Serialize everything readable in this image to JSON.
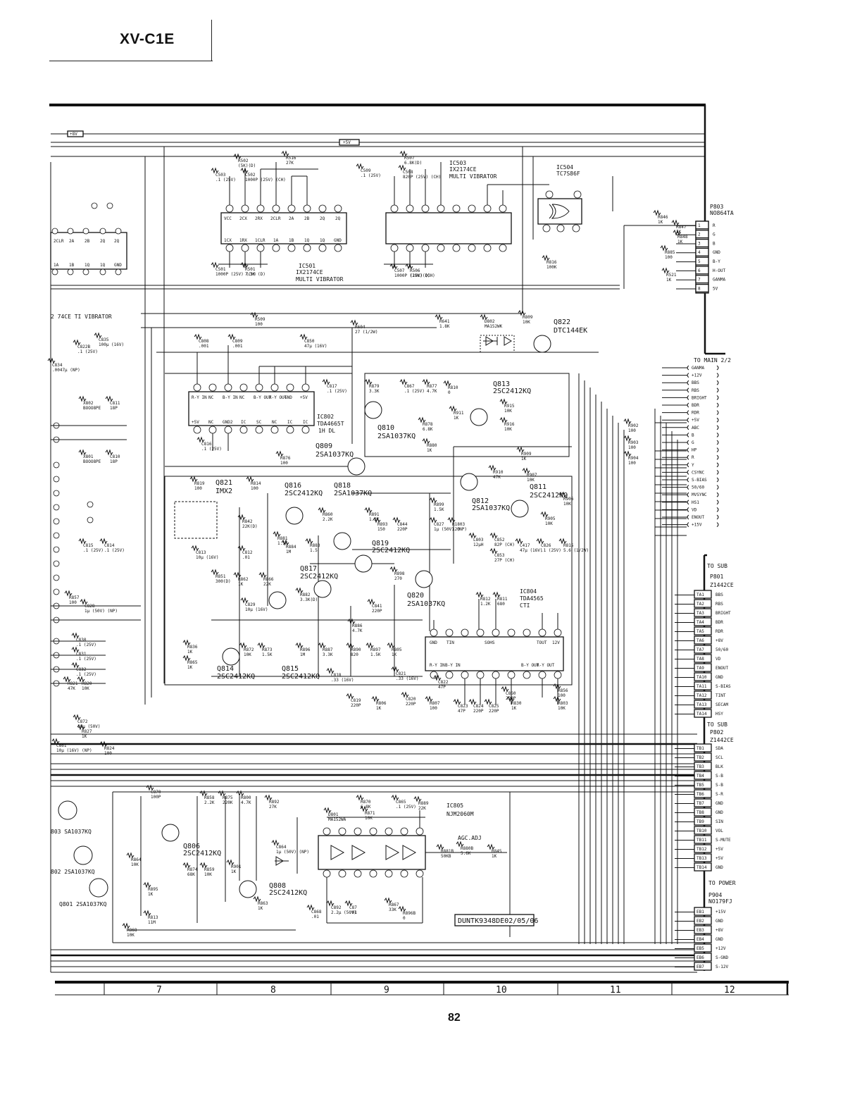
{
  "header": {
    "model": "XV-C1E"
  },
  "page_number": "82",
  "doc_code": "DUNTK9348DE02/05/06",
  "grid_columns": [
    "7",
    "8",
    "9",
    "10",
    "11",
    "12"
  ],
  "rails": {
    "v8": "+8V",
    "v5": "+5V"
  },
  "ics": [
    {
      "ref": "IC501",
      "part": "IX2174CE",
      "desc": "MULTI VIBRATOR"
    },
    {
      "ref": "IC503",
      "part": "IX2174CE",
      "desc": "MULTI VIBRATOR"
    },
    {
      "ref": "IC504",
      "part": "TC7S86F",
      "desc": ""
    },
    {
      "ref": "IC802",
      "part": "TDA4665T",
      "desc": "1H DL"
    },
    {
      "ref": "IC804",
      "part": "TDA4565",
      "desc": "CTI"
    },
    {
      "ref": "IC805",
      "part": "NJM2060M",
      "desc": ""
    }
  ],
  "ic_pins": {
    "ic501_top": [
      "VCC",
      "2CX",
      "2RX",
      "2CLR",
      "2A",
      "2B",
      "2Q",
      "2Q"
    ],
    "ic501_bottom": [
      "1CX",
      "1RX",
      "1CLR",
      "1A",
      "1B",
      "1Q",
      "1Q",
      "GND"
    ],
    "ic802_top": [
      "R-Y IN",
      "NC",
      "B-Y IN",
      "NC",
      "B-Y OUT",
      "R-Y OUT",
      "GND",
      "+5V"
    ],
    "ic802_bottom": [
      "+5V",
      "NC",
      "GND2",
      "IC",
      "SC",
      "NC",
      "IC",
      "IC"
    ],
    "ic804_top": [
      "GND",
      "TIN",
      "SOHS",
      "TOUT",
      "12V"
    ],
    "ic804_bottom": [
      "R-Y IN",
      "B-Y IN",
      "B-Y OUT",
      "R-Y OUT"
    ]
  },
  "transistors": [
    {
      "ref": "Q822",
      "part": "DTC144EK"
    },
    {
      "ref": "Q813",
      "part": "2SC2412KQ"
    },
    {
      "ref": "Q810",
      "part": "2SA1037KQ"
    },
    {
      "ref": "Q809",
      "part": "2SA1037KQ"
    },
    {
      "ref": "Q821",
      "part": "IMX2"
    },
    {
      "ref": "Q816",
      "part": "2SC2412KQ"
    },
    {
      "ref": "Q818",
      "part": "2SA1037KQ"
    },
    {
      "ref": "Q819",
      "part": "2SC2412KQ"
    },
    {
      "ref": "Q817",
      "part": "2SC2412KQ"
    },
    {
      "ref": "Q820",
      "part": "2SA1037KQ"
    },
    {
      "ref": "Q812",
      "part": "2SA1037KQ"
    },
    {
      "ref": "Q811",
      "part": "2SC2412KQ"
    },
    {
      "ref": "Q814",
      "part": "2SC2412KQ"
    },
    {
      "ref": "Q815",
      "part": "2SC2412KQ"
    },
    {
      "ref": "Q806",
      "part": "2SC2412KQ"
    },
    {
      "ref": "Q808",
      "part": "2SC2412KQ"
    },
    {
      "ref": "Q803",
      "part": "2SA1037KQ"
    },
    {
      "ref": "Q802",
      "part": "2SA1037KQ"
    },
    {
      "ref": "Q801",
      "part": "2SA1037KQ"
    }
  ],
  "connectors": {
    "p803": {
      "title": "P803",
      "part": "NO864TA",
      "pins": [
        {
          "n": "1",
          "sig": "R"
        },
        {
          "n": "2",
          "sig": "G"
        },
        {
          "n": "3",
          "sig": "B"
        },
        {
          "n": "4",
          "sig": "GND"
        },
        {
          "n": "5",
          "sig": "B-Y"
        },
        {
          "n": "6",
          "sig": "H-OUT"
        },
        {
          "n": "7",
          "sig": "GANMA"
        },
        {
          "n": "8",
          "sig": "5V"
        }
      ]
    },
    "main": {
      "title": "TO MAIN 2/2",
      "signals": [
        "GANMA",
        "+12V",
        "BBS",
        "RBS",
        "BRIGHT",
        "BDR",
        "RDR",
        "+5V",
        "ABC",
        "B",
        "G",
        "HP",
        "R",
        "Y",
        "CSYNC",
        "S-BIAS",
        "50/60",
        "MVSYNC",
        "HS1",
        "VD",
        "ENOUT",
        "+15V"
      ]
    },
    "p801": {
      "title": "TO SUB",
      "ref": "P801",
      "part": "Z1442CE",
      "pins": [
        {
          "n": "TA1",
          "sig": "BBS"
        },
        {
          "n": "TA2",
          "sig": "RBS"
        },
        {
          "n": "TA3",
          "sig": "BRIGHT"
        },
        {
          "n": "TA4",
          "sig": "BDR"
        },
        {
          "n": "TA5",
          "sig": "RDR"
        },
        {
          "n": "TA6",
          "sig": "+8V"
        },
        {
          "n": "TA7",
          "sig": "50/60"
        },
        {
          "n": "TA8",
          "sig": "VD"
        },
        {
          "n": "TA9",
          "sig": "ENOUT"
        },
        {
          "n": "TA10",
          "sig": "GND"
        },
        {
          "n": "TA11",
          "sig": "S-BIAS"
        },
        {
          "n": "TA12",
          "sig": "TINT"
        },
        {
          "n": "TA13",
          "sig": "SECAM"
        },
        {
          "n": "TA14",
          "sig": "HSY"
        }
      ]
    },
    "p802": {
      "title": "TO SUB",
      "ref": "P802",
      "part": "Z1442CE",
      "pins": [
        {
          "n": "TB1",
          "sig": "SDA"
        },
        {
          "n": "TB2",
          "sig": "SCL"
        },
        {
          "n": "TB3",
          "sig": "BLK"
        },
        {
          "n": "TB4",
          "sig": "S-B"
        },
        {
          "n": "TB5",
          "sig": "S-B"
        },
        {
          "n": "TB6",
          "sig": "S-R"
        },
        {
          "n": "TB7",
          "sig": "GND"
        },
        {
          "n": "TB8",
          "sig": "GND"
        },
        {
          "n": "TB9",
          "sig": "SIN"
        },
        {
          "n": "TB10",
          "sig": "VOL"
        },
        {
          "n": "TB11",
          "sig": "S-MUTE"
        },
        {
          "n": "TB12",
          "sig": "+5V"
        },
        {
          "n": "TB13",
          "sig": "+5V"
        },
        {
          "n": "TB14",
          "sig": "GND"
        }
      ]
    },
    "p904": {
      "title": "TO POWER",
      "ref": "P904",
      "part": "NO179FJ",
      "pins": [
        {
          "n": "EB1",
          "sig": "+15V"
        },
        {
          "n": "EB2",
          "sig": "GND"
        },
        {
          "n": "EB3",
          "sig": "+8V"
        },
        {
          "n": "EB4",
          "sig": "GND"
        },
        {
          "n": "EB5",
          "sig": "+12V"
        },
        {
          "n": "EB6",
          "sig": "S-GND"
        },
        {
          "n": "EB7",
          "sig": "S-12V"
        }
      ]
    }
  },
  "components": [
    {
      "ref": "R502",
      "val": "(5K)(D)"
    },
    {
      "ref": "R516",
      "val": "27K"
    },
    {
      "ref": "R507",
      "val": "6.8K(D)"
    },
    {
      "ref": "C503",
      "val": ".1 (25V)"
    },
    {
      "ref": "C502",
      "val": "1000P (25V) (CH)"
    },
    {
      "ref": "C509",
      "val": ".1 (25V)"
    },
    {
      "ref": "C508",
      "val": "820P (25V) (CH)"
    },
    {
      "ref": "C501",
      "val": "1000P (25V) (CH)"
    },
    {
      "ref": "R501",
      "val": "7.5K (D)"
    },
    {
      "ref": "C507",
      "val": "1000P (25V) (CH)"
    },
    {
      "ref": "R506",
      "val": "(10K)(D)"
    },
    {
      "ref": "R509",
      "val": "100"
    },
    {
      "ref": "R604",
      "val": "27 (1/2W)"
    },
    {
      "ref": "R641",
      "val": "1.8K"
    },
    {
      "ref": "D802",
      "val": "MA152WK"
    },
    {
      "ref": "R809",
      "val": "10K"
    },
    {
      "ref": "C808",
      "val": ".001"
    },
    {
      "ref": "C809",
      "val": ".001"
    },
    {
      "ref": "C850",
      "val": "47μ (16V)"
    },
    {
      "ref": "C817",
      "val": ".1 (25V)"
    },
    {
      "ref": "R879",
      "val": "3.3K"
    },
    {
      "ref": "C867",
      "val": ".1 (25V)"
    },
    {
      "ref": "R877",
      "val": "4.7K"
    },
    {
      "ref": "R810",
      "val": "0"
    },
    {
      "ref": "R911",
      "val": "1K"
    },
    {
      "ref": "R915",
      "val": "10K"
    },
    {
      "ref": "R916",
      "val": "10K"
    },
    {
      "ref": "R878",
      "val": "6.8K"
    },
    {
      "ref": "R880",
      "val": "1K"
    },
    {
      "ref": "R902",
      "val": "100"
    },
    {
      "ref": "R903",
      "val": "100"
    },
    {
      "ref": "R904",
      "val": "100"
    },
    {
      "ref": "X802",
      "val": "BOOO8PE"
    },
    {
      "ref": "C811",
      "val": "18P"
    },
    {
      "ref": "X801",
      "val": "BOOO8PE"
    },
    {
      "ref": "C810",
      "val": "18P"
    },
    {
      "ref": "C816",
      "val": ".1 (25V)"
    },
    {
      "ref": "R876",
      "val": "100"
    },
    {
      "ref": "R909",
      "val": "1K"
    },
    {
      "ref": "R910",
      "val": "47K"
    },
    {
      "ref": "R907",
      "val": "10K"
    },
    {
      "ref": "R906",
      "val": "10K"
    },
    {
      "ref": "R905",
      "val": "10K"
    },
    {
      "ref": "R819",
      "val": "100"
    },
    {
      "ref": "R814",
      "val": "100"
    },
    {
      "ref": "R842",
      "val": "22K(D)"
    },
    {
      "ref": "R860",
      "val": "2.2K"
    },
    {
      "ref": "R891",
      "val": "1.2K"
    },
    {
      "ref": "R893",
      "val": "150"
    },
    {
      "ref": "C844",
      "val": "220P"
    },
    {
      "ref": "R899",
      "val": "1.5K"
    },
    {
      "ref": "C827",
      "val": "1μ (50V) (NP)"
    },
    {
      "ref": "R1803",
      "val": "120"
    },
    {
      "ref": "L803",
      "val": "12μH"
    },
    {
      "ref": "C852",
      "val": "82P (CH)"
    },
    {
      "ref": "C853",
      "val": "27P (CH)"
    },
    {
      "ref": "C417",
      "val": "47μ (16V)"
    },
    {
      "ref": "C826",
      "val": ".1 (25V)"
    },
    {
      "ref": "R815",
      "val": "5.6 (1/2W)"
    },
    {
      "ref": "R881",
      "val": "1.5K"
    },
    {
      "ref": "R884",
      "val": "1M"
    },
    {
      "ref": "R883",
      "val": "1.5"
    },
    {
      "ref": "C813",
      "val": "10μ (16V)"
    },
    {
      "ref": "C812",
      "val": ".01"
    },
    {
      "ref": "C815",
      "val": ".1 (25V)"
    },
    {
      "ref": "C814",
      "val": ".1 (25V)"
    },
    {
      "ref": "R851",
      "val": "300(D)"
    },
    {
      "ref": "R862",
      "val": "1K"
    },
    {
      "ref": "R866",
      "val": "22K"
    },
    {
      "ref": "R882",
      "val": "3.3K(D)"
    },
    {
      "ref": "C829",
      "val": "10μ (16V)"
    },
    {
      "ref": "R898",
      "val": "270"
    },
    {
      "ref": "C841",
      "val": "220P"
    },
    {
      "ref": "R812",
      "val": "1.2K"
    },
    {
      "ref": "R811",
      "val": "680"
    },
    {
      "ref": "R857",
      "val": "100"
    },
    {
      "ref": "C828",
      "val": "1μ (50V) (NP)"
    },
    {
      "ref": "R886",
      "val": "4.7K"
    },
    {
      "ref": "C830",
      "val": ".1 (25V)"
    },
    {
      "ref": "C831",
      "val": ".1 (25V)"
    },
    {
      "ref": "C832",
      "val": ".1 (25V)"
    },
    {
      "ref": "R821",
      "val": "47K"
    },
    {
      "ref": "R820",
      "val": "10K"
    },
    {
      "ref": "C872",
      "val": "10μ (50V)"
    },
    {
      "ref": "R827",
      "val": "1K"
    },
    {
      "ref": "R824",
      "val": "100"
    },
    {
      "ref": "R836",
      "val": "1K"
    },
    {
      "ref": "R865",
      "val": "1K"
    },
    {
      "ref": "R872",
      "val": "10K"
    },
    {
      "ref": "R873",
      "val": "1.5K"
    },
    {
      "ref": "R896",
      "val": "1M"
    },
    {
      "ref": "R887",
      "val": "3.3K"
    },
    {
      "ref": "R890",
      "val": "820"
    },
    {
      "ref": "R897",
      "val": "1.5K"
    },
    {
      "ref": "R805",
      "val": "1K"
    },
    {
      "ref": "C818",
      "val": ".33 (16V)"
    },
    {
      "ref": "C821",
      "val": ".33 (16V)"
    },
    {
      "ref": "C822",
      "val": "47P"
    },
    {
      "ref": "C823",
      "val": "47P"
    },
    {
      "ref": "C824",
      "val": "220P"
    },
    {
      "ref": "C825",
      "val": "220P"
    },
    {
      "ref": "C860",
      "val": "220P"
    },
    {
      "ref": "R856",
      "val": "100"
    },
    {
      "ref": "R803",
      "val": "10K"
    },
    {
      "ref": "C819",
      "val": "220P"
    },
    {
      "ref": "R806",
      "val": "1K"
    },
    {
      "ref": "C820",
      "val": "220P"
    },
    {
      "ref": "R807",
      "val": "100"
    },
    {
      "ref": "R830",
      "val": "1K"
    },
    {
      "ref": "C861",
      "val": "10μ (16V) (NP)"
    },
    {
      "ref": "C870",
      "val": "100P"
    },
    {
      "ref": "R858",
      "val": "2.2K"
    },
    {
      "ref": "R875",
      "val": "220K"
    },
    {
      "ref": "R800",
      "val": "4.7K"
    },
    {
      "ref": "R892",
      "val": "27K"
    },
    {
      "ref": "R870",
      "val": "6.8K"
    },
    {
      "ref": "R871",
      "val": "10K"
    },
    {
      "ref": "C865",
      "val": ".1 (25V)"
    },
    {
      "ref": "R889",
      "val": "22K"
    },
    {
      "ref": "D801",
      "val": "MA152WA"
    },
    {
      "ref": "C864",
      "val": "1μ (50V) (NP)"
    },
    {
      "ref": "R901",
      "val": "1K"
    },
    {
      "ref": "R874",
      "val": "68K"
    },
    {
      "ref": "R859",
      "val": "10K"
    },
    {
      "ref": "R864",
      "val": "10K"
    },
    {
      "ref": "R895",
      "val": "1K"
    },
    {
      "ref": "R863",
      "val": "1K"
    },
    {
      "ref": "R813",
      "val": "11M"
    },
    {
      "ref": "R868",
      "val": "10K"
    },
    {
      "ref": "C868",
      "val": ".01"
    },
    {
      "ref": "C892",
      "val": "2.2μ (50V)"
    },
    {
      "ref": "C87",
      "val": ".01"
    },
    {
      "ref": "R867",
      "val": "33K"
    },
    {
      "ref": "R896B",
      "val": "0"
    },
    {
      "ref": "R881B",
      "val": "50KB"
    },
    {
      "ref": "R880B",
      "val": "5.6K"
    },
    {
      "ref": "R845",
      "val": "1K"
    },
    {
      "ref": "R846",
      "val": "1K"
    },
    {
      "ref": "R847",
      "val": "1K"
    },
    {
      "ref": "R848",
      "val": "1K"
    },
    {
      "ref": "R885",
      "val": "100"
    },
    {
      "ref": "R521",
      "val": "1K"
    },
    {
      "ref": "R816",
      "val": "100K"
    },
    {
      "ref": "C822B",
      "val": ".1 (25V)"
    },
    {
      "ref": "C835",
      "val": "100μ (16V)"
    },
    {
      "ref": "C834",
      "val": ".0047μ (NP)"
    }
  ],
  "misc": {
    "agc_adj": "AGC.ADJ",
    "left_partial": "2 74CE TI VIBRATOR",
    "left_ic_top": [
      "2CLR",
      "2A",
      "2B",
      "2Q",
      "2Q"
    ],
    "left_ic_bottom": [
      "1A",
      "1B",
      "1Q",
      "1Q",
      "GND"
    ],
    "left_transistors": [
      "803 SA1037KQ",
      "802 2SA1037KQ",
      "Q801 2SA1037KQ"
    ]
  }
}
